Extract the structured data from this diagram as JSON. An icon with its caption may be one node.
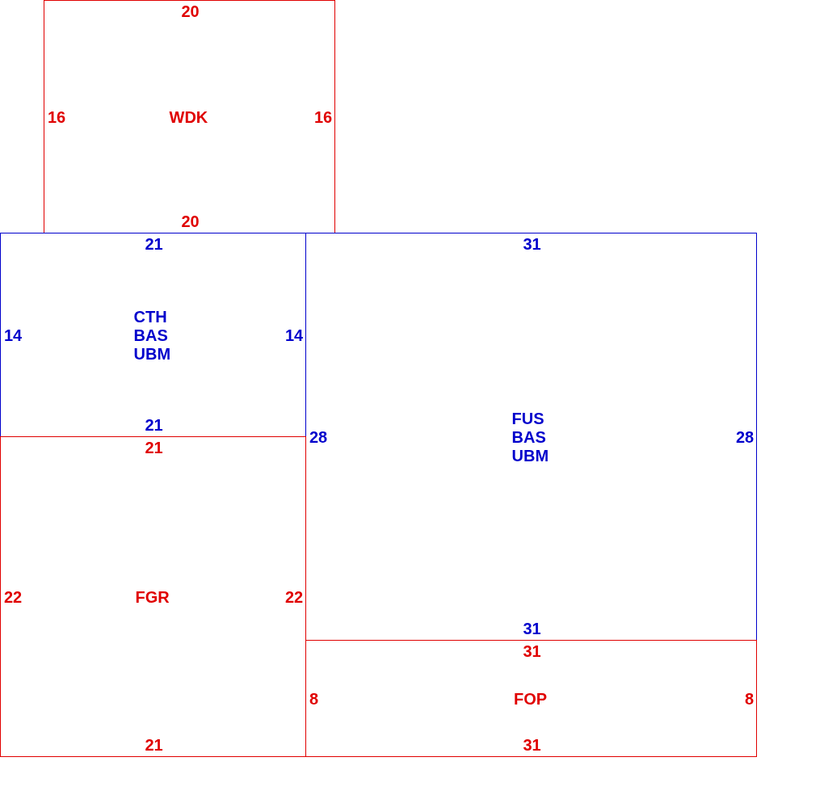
{
  "diagram": {
    "nodes": [
      {
        "text": [
          "20",
          "16",
          "WDK",
          "16",
          "20"
        ]
      },
      {
        "text": [
          "21",
          "14",
          "CTH BAS UBM",
          "14",
          "21"
        ]
      },
      {
        "text": [
          "31",
          "28",
          "FUS BAS UBM",
          "28",
          "31"
        ]
      },
      {
        "text": [
          "21",
          "22",
          "FGR",
          "22",
          "21"
        ]
      },
      {
        "text": [
          "31",
          "8",
          "FOP",
          "8",
          "31"
        ]
      }
    ]
  }
}
